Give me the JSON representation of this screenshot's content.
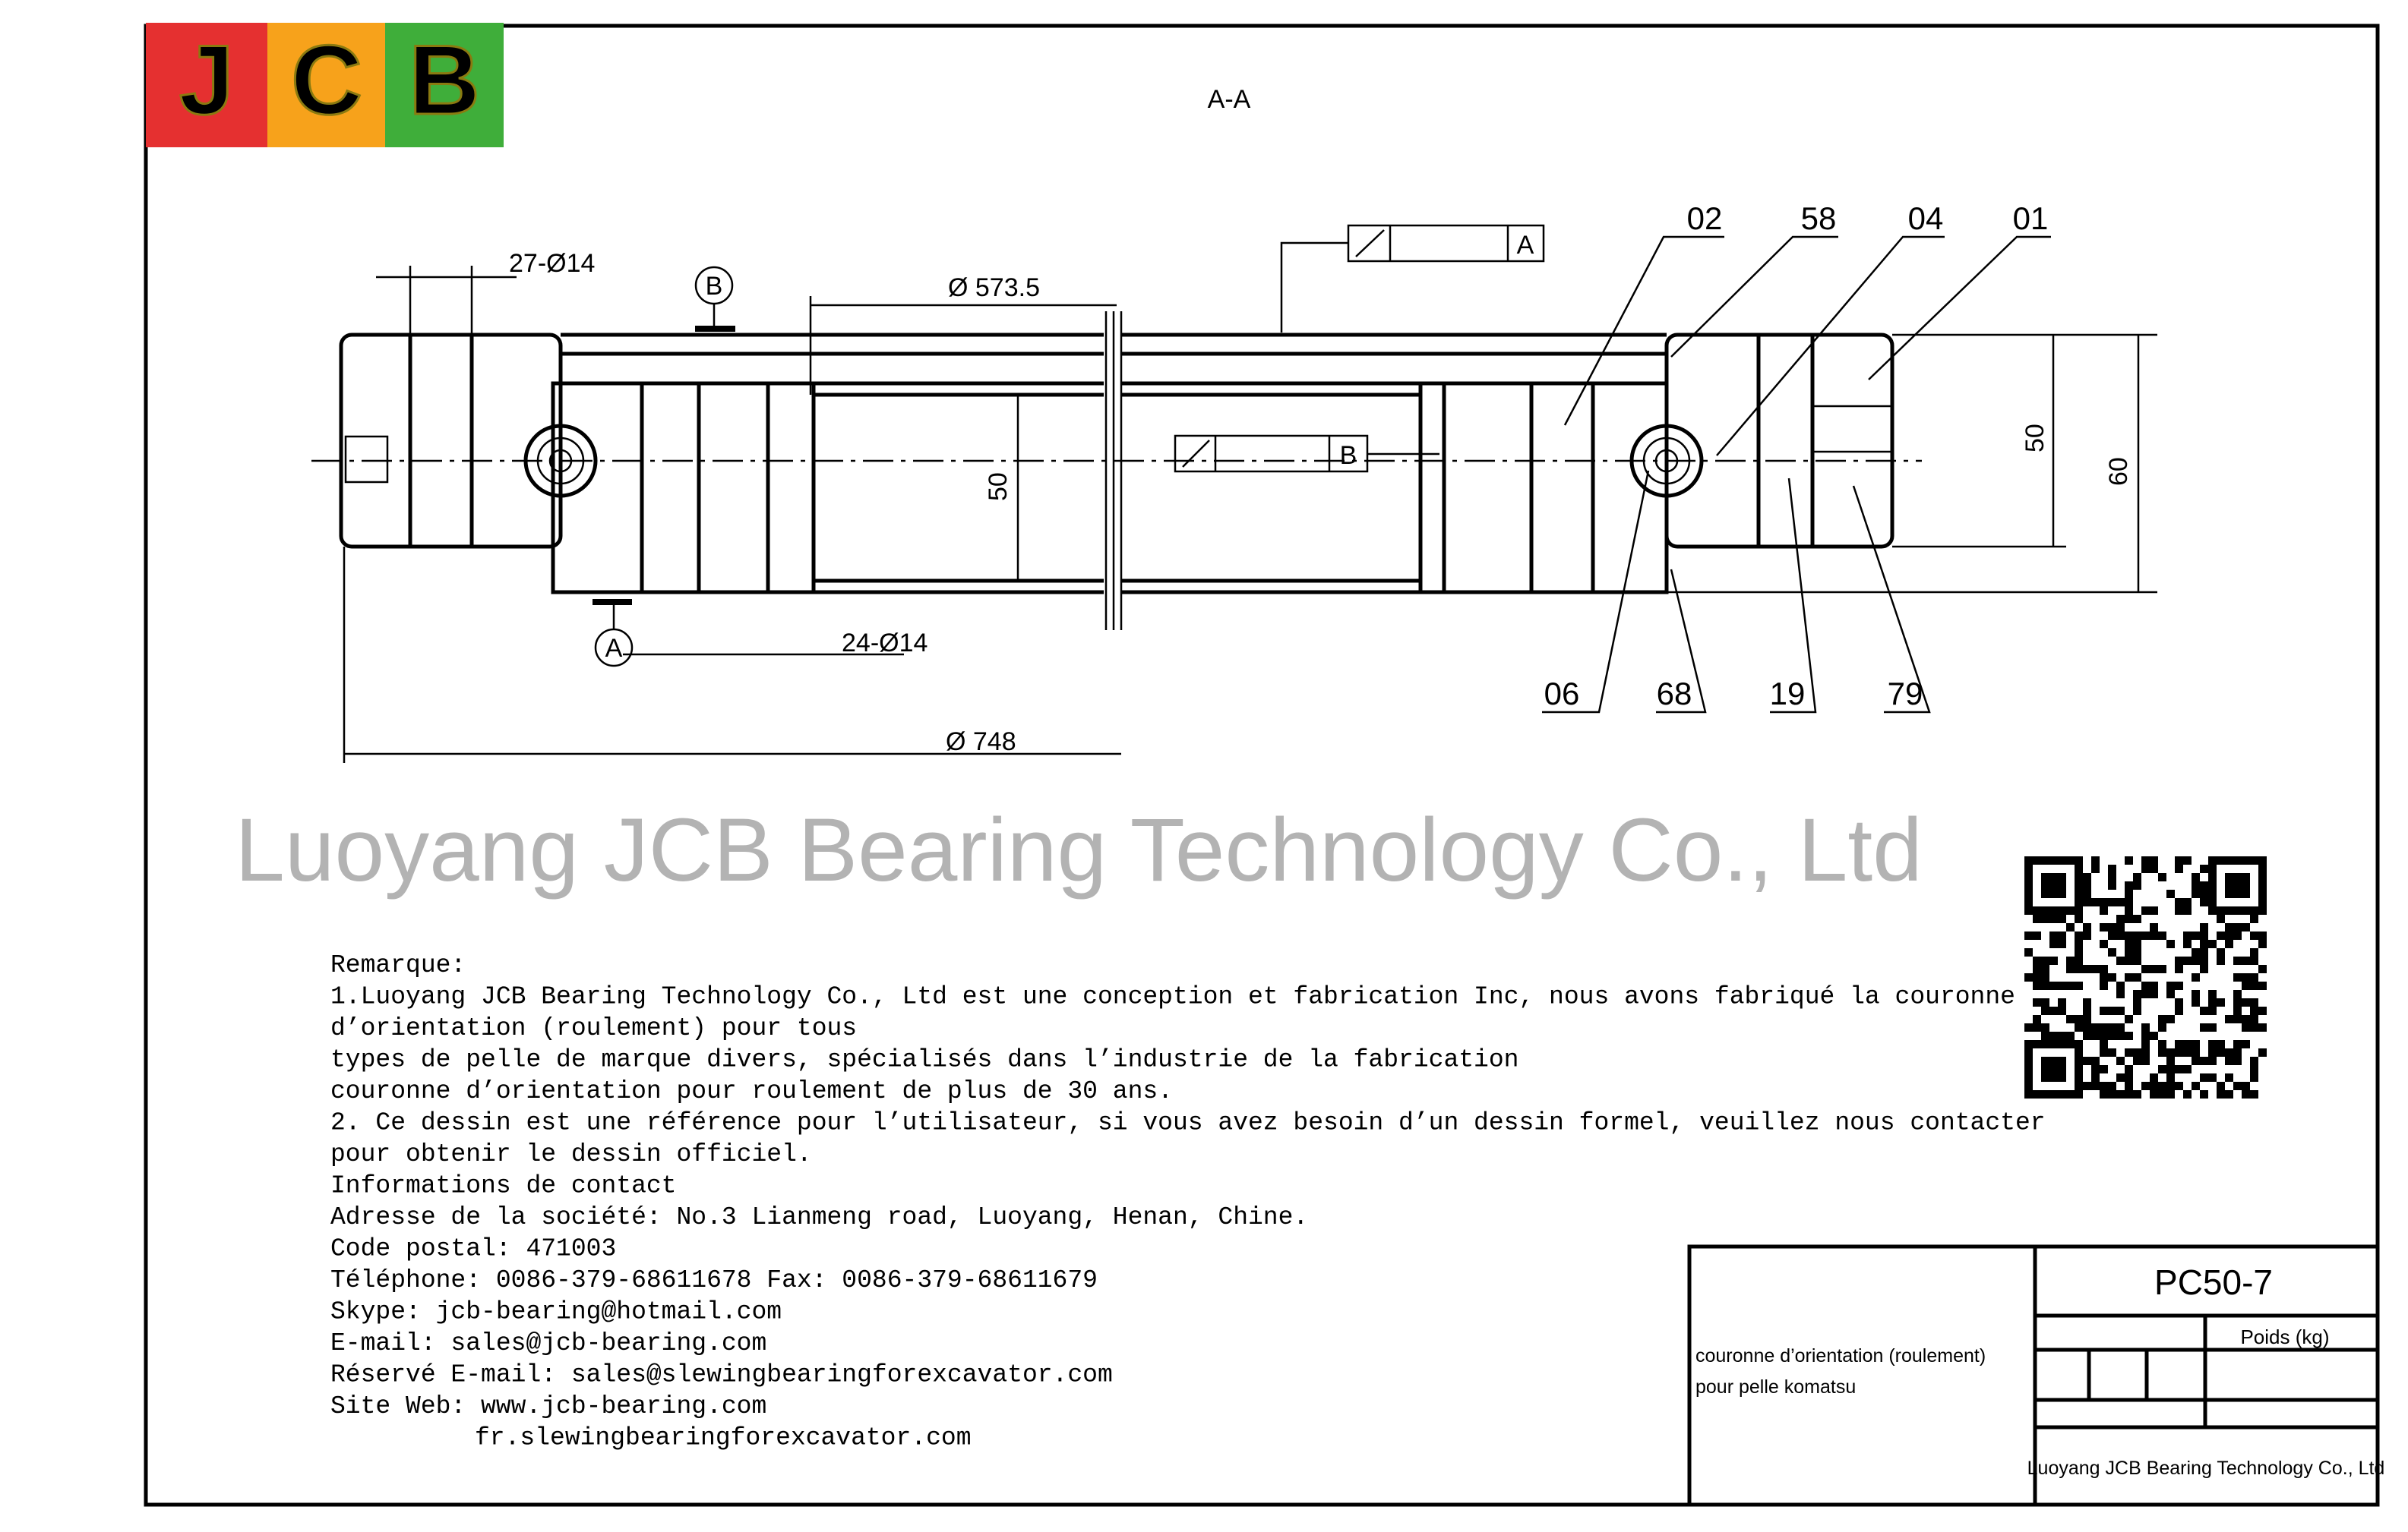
{
  "logo": {
    "letters": [
      "J",
      "C",
      "B"
    ],
    "colors": [
      "#e53030",
      "#f7a21b",
      "#3fae3a"
    ],
    "letter_color": "#f2e838"
  },
  "section_label": "A-A",
  "dimensions": {
    "outer_holes": "27-Ø14",
    "inner_holes": "24-Ø14",
    "inner_diameter": "Ø 573.5",
    "outer_diameter": "Ø 748",
    "height_left": "50",
    "height_right": "50",
    "total_height": "60"
  },
  "datums": {
    "a": "A",
    "b": "B"
  },
  "tolerance_frames": [
    {
      "datum": "A"
    },
    {
      "datum": "B"
    }
  ],
  "callouts_top": [
    "02",
    "58",
    "04",
    "01"
  ],
  "callouts_bottom": [
    "06",
    "68",
    "19",
    "79"
  ],
  "watermark": "Luoyang JCB Bearing Technology Co., Ltd",
  "remarks": [
    "Remarque:",
    "1.Luoyang JCB Bearing Technology Co., Ltd est une conception et fabrication Inc, nous avons fabriqué la couronne",
    "d’orientation (roulement) pour tous",
    "types de pelle de marque divers, spécialisés dans l’industrie de la fabrication",
    "couronne d’orientation pour roulement de plus de 30 ans.",
    "2. Ce dessin est une référence pour l’utilisateur, si vous avez besoin d’un dessin formel, veuillez nous contacter",
    "pour obtenir le dessin officiel.",
    "Informations de contact",
    "Adresse de la société: No.3 Lianmeng road, Luoyang, Henan, Chine.",
    "Code postal: 471003",
    "Téléphone: 0086-379-68611678 Fax: 0086-379-68611679",
    "Skype: jcb-bearing@hotmail.com",
    "E-mail: sales@jcb-bearing.com",
    "Réservé E-mail: sales@slewingbearingforexcavator.com",
    "Site Web: www.jcb-bearing.com",
    "fr.slewingbearingforexcavator.com"
  ],
  "title_block": {
    "model": "PC50-7",
    "weight_label": "Poids (kg)",
    "description_line1": "couronne d’orientation (roulement)",
    "description_line2": "pour pelle komatsu",
    "company": "Luoyang JCB Bearing Technology Co., Ltd"
  }
}
